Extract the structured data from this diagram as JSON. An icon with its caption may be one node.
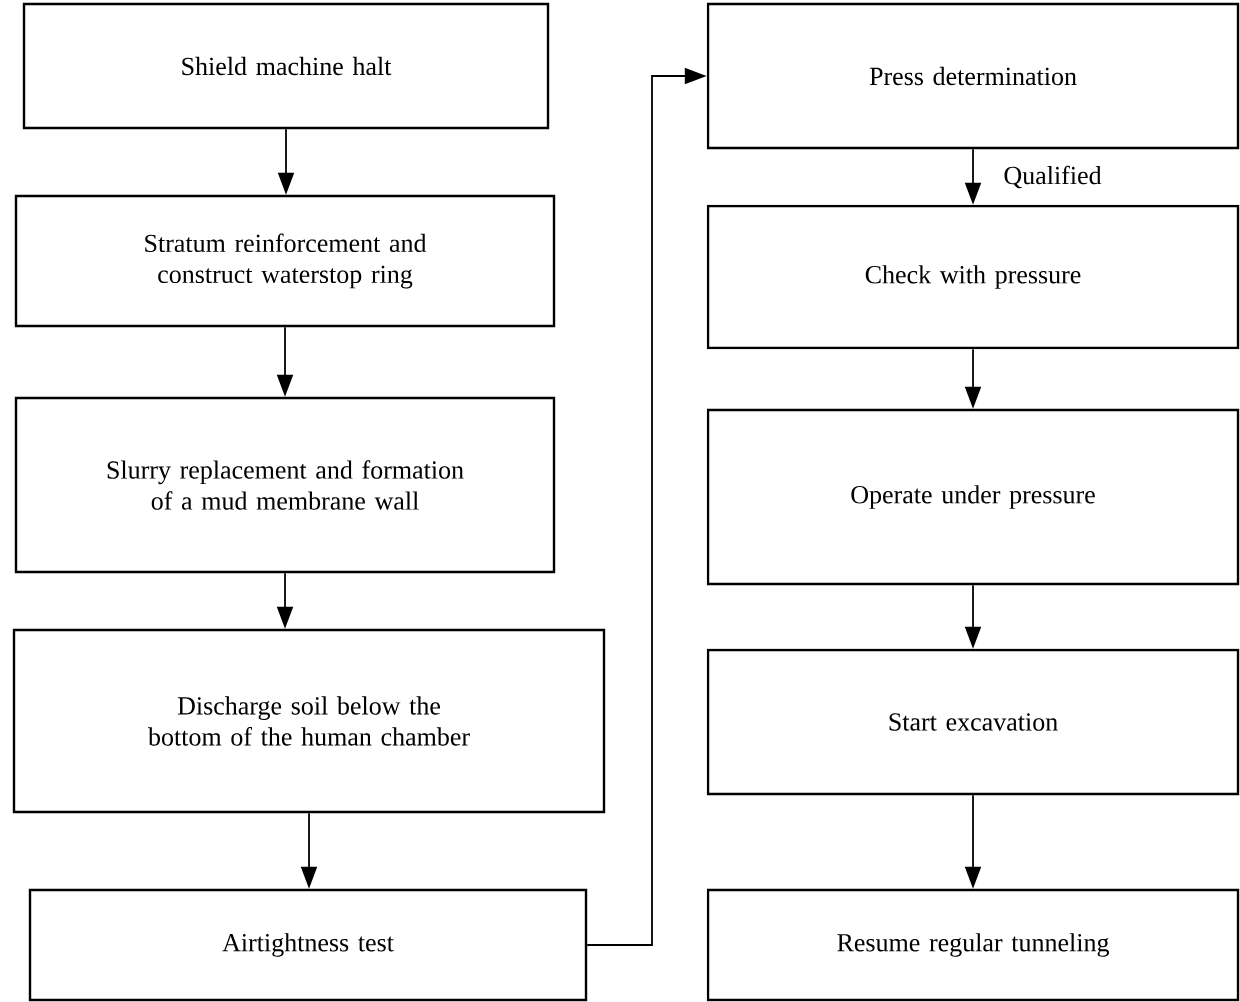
{
  "diagram": {
    "nodes": [
      {
        "text": [
          "Shield machine halt"
        ]
      },
      {
        "text": [
          "Stratum reinforcement and construct waterstop ring"
        ]
      },
      {
        "text": [
          "Slurry replacement and formation of a mud membrane wall"
        ]
      },
      {
        "text": [
          "Discharge soil below the bottom of the human chamber"
        ]
      },
      {
        "text": [
          "Airtightness test"
        ]
      },
      {
        "text": [
          "Press determination"
        ]
      },
      {
        "text": [
          "Check with pressure"
        ]
      },
      {
        "text": [
          "Operate under pressure"
        ]
      },
      {
        "text": [
          "Start excavation"
        ]
      },
      {
        "text": [
          "Resume regular tunneling"
        ]
      }
    ],
    "edges": [
      {
        "from": 0,
        "to": 1,
        "arrow": "to"
      },
      {
        "from": 1,
        "to": 2,
        "arrow": "to"
      },
      {
        "from": 2,
        "to": 3,
        "arrow": "to"
      },
      {
        "from": 3,
        "to": 4,
        "arrow": "to"
      },
      {
        "from": 4,
        "to": 5,
        "arrow": "to"
      },
      {
        "from": 5,
        "to": 6,
        "arrow": "to",
        "label": "Qualified"
      },
      {
        "from": 6,
        "to": 7,
        "arrow": "to"
      },
      {
        "from": 7,
        "to": 8,
        "arrow": "to"
      },
      {
        "from": 8,
        "to": 9,
        "arrow": "to"
      }
    ]
  }
}
